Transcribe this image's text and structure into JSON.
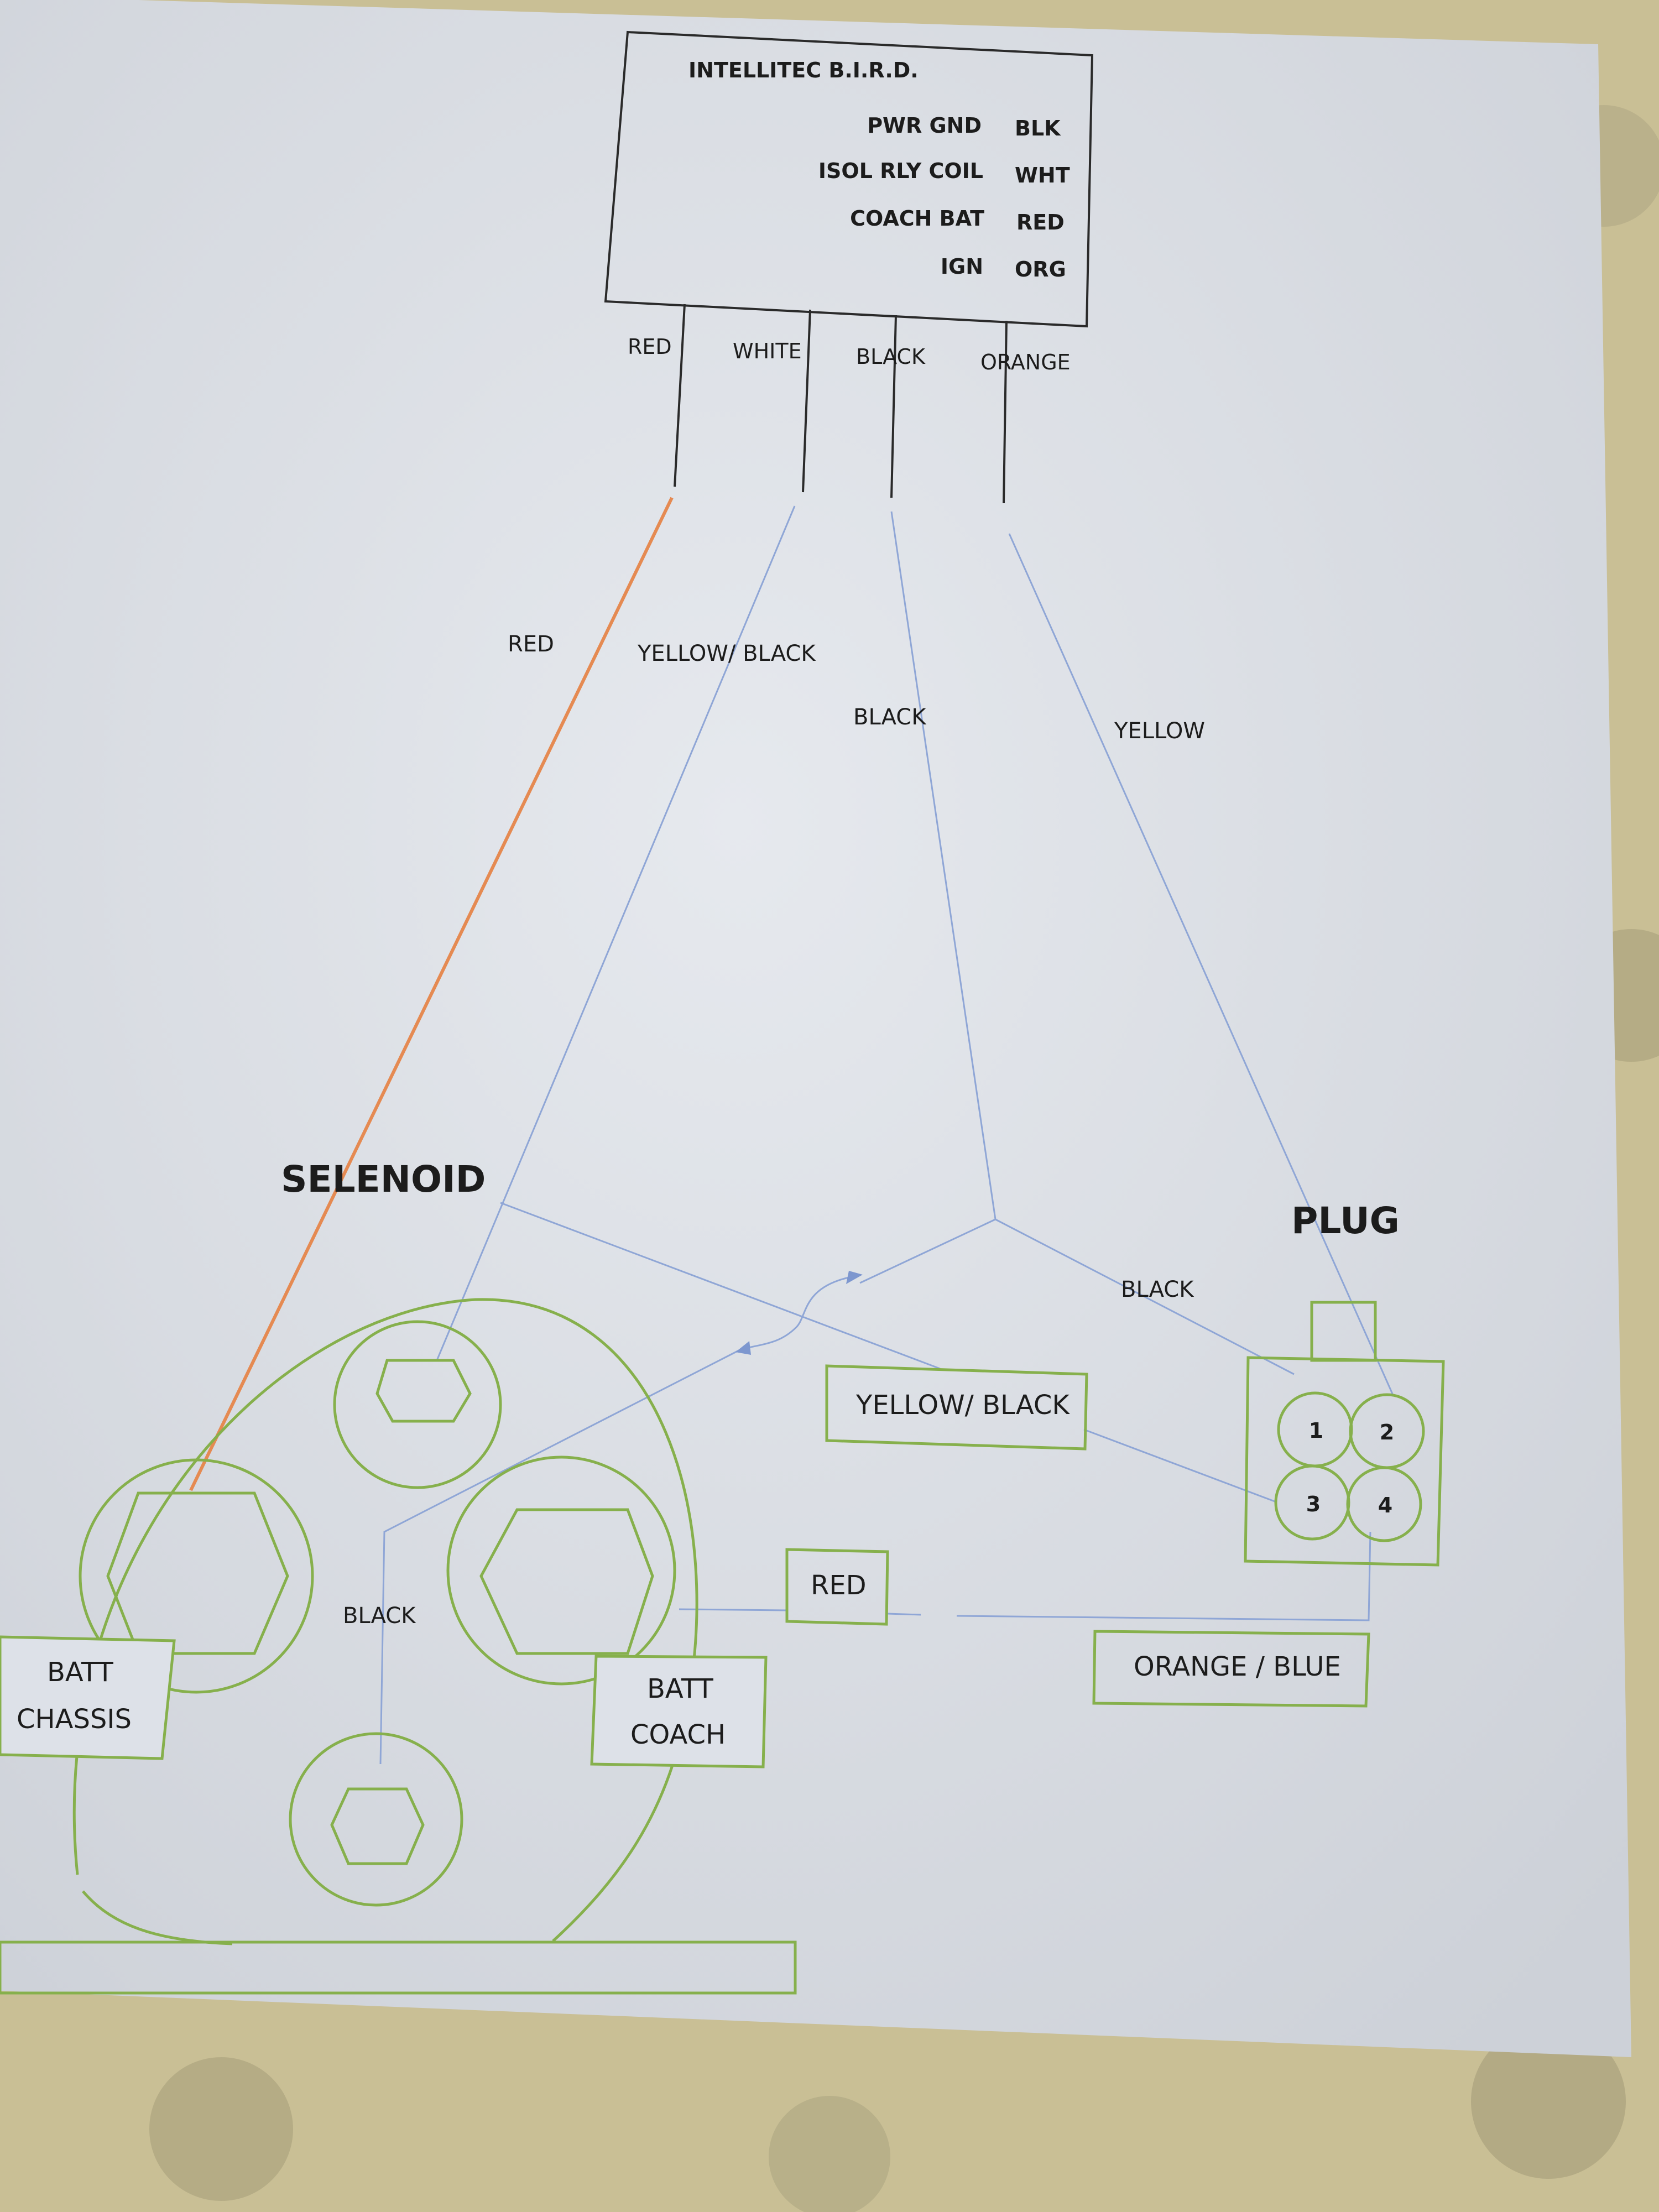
{
  "bird_module": {
    "title": "INTELLITEC B.I.R.D.",
    "pins": [
      {
        "name": "PWR GND",
        "code": "BLK"
      },
      {
        "name": "ISOL RLY COIL",
        "code": "WHT"
      },
      {
        "name": "COACH BAT",
        "code": "RED"
      },
      {
        "name": "IGN",
        "code": "ORG"
      }
    ],
    "lead_labels": [
      "RED",
      "WHITE",
      "BLACK",
      "ORANGE"
    ]
  },
  "wire_labels": {
    "red": "RED",
    "yellow_black": "YELLOW/ BLACK",
    "black": "BLACK",
    "yellow": "YELLOW",
    "plug_black": "BLACK",
    "solenoid_black": "BLACK"
  },
  "selenoid": {
    "title": "SELENOID",
    "batt_chassis": [
      "BATT",
      "CHASSIS"
    ],
    "batt_coach": [
      "BATT",
      "COACH"
    ]
  },
  "plug": {
    "title": "PLUG",
    "pins": [
      "1",
      "2",
      "3",
      "4"
    ]
  },
  "boxes": {
    "yellow_black": "YELLOW/ BLACK",
    "red": "RED",
    "orange_blue": "ORANGE / BLUE"
  },
  "colors": {
    "paper": "#dde1e8",
    "blue_wire": "#8fa6d6",
    "orange_wire": "#e58a52",
    "green_outline": "#86b04c",
    "ink": "#1c1c1c"
  }
}
